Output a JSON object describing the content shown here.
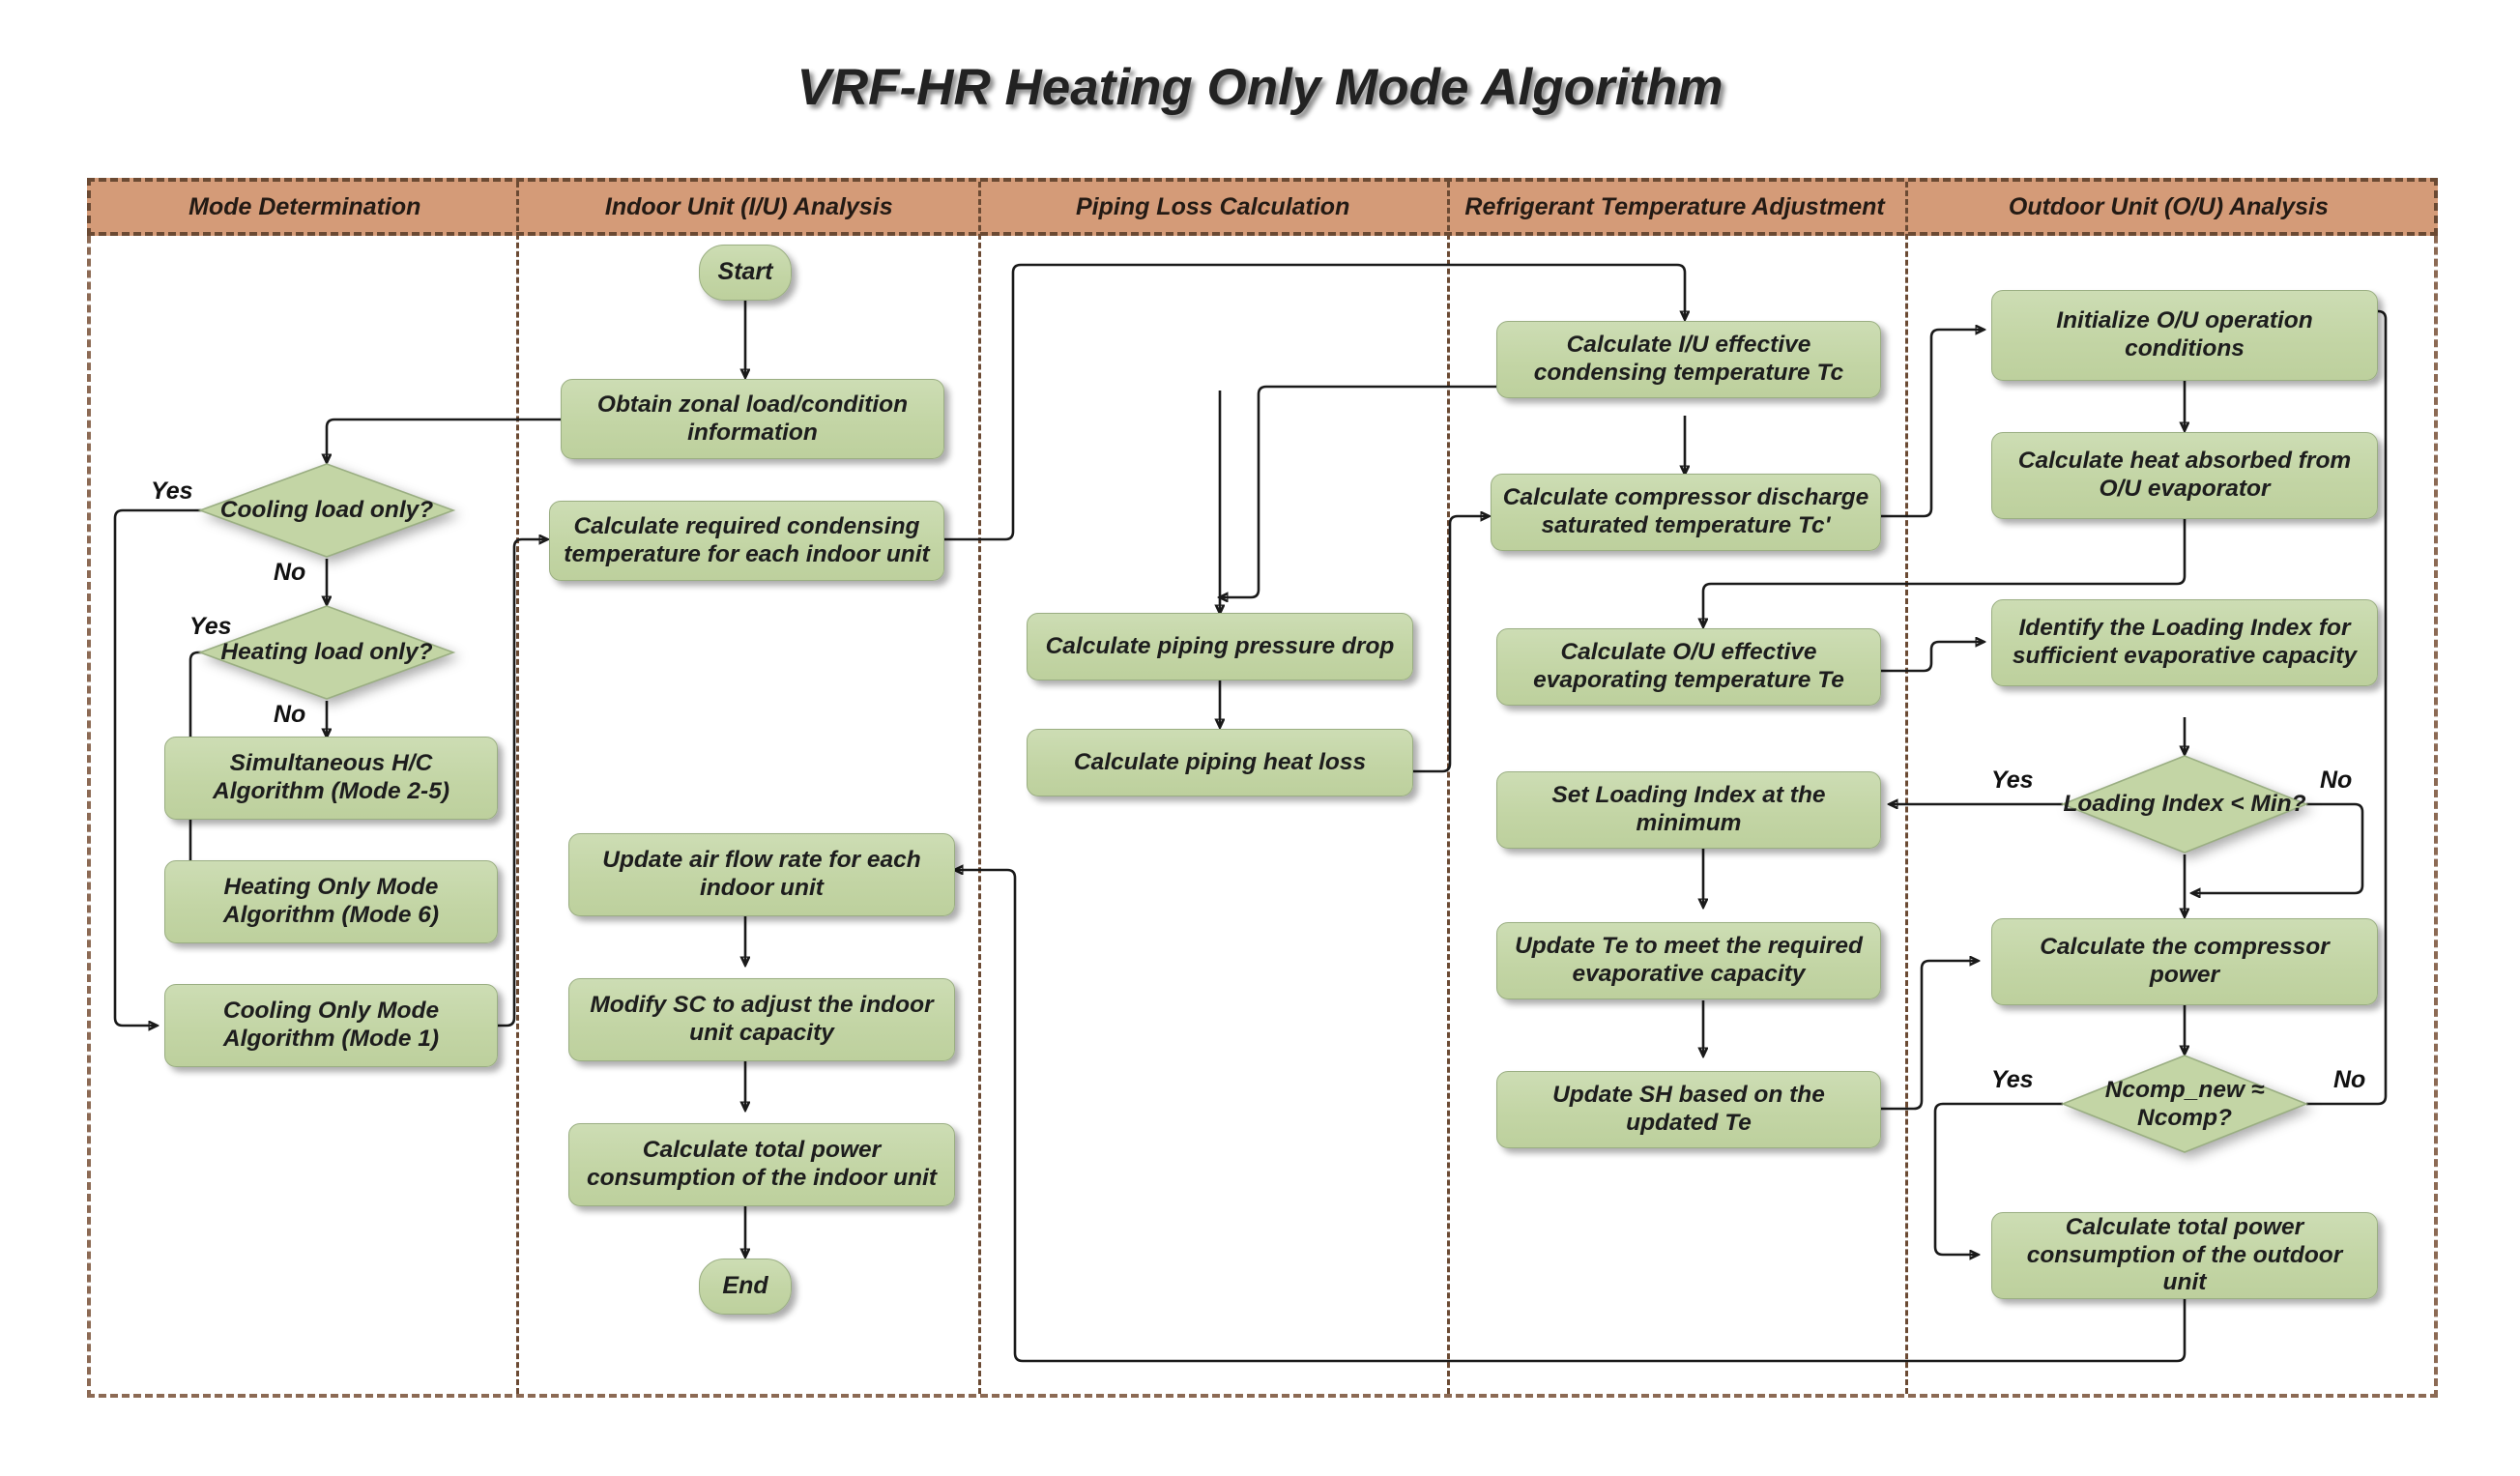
{
  "title": "VRF-HR Heating Only Mode Algorithm",
  "colors": {
    "lane_header_bg": "#d49b78",
    "lane_header_border": "#6b4a33",
    "frame_border": "#8c6a54",
    "node_fill": "#c3d5a5",
    "node_border": "#9aae82",
    "connector": "#1a1a1a",
    "text": "#1d1d1d"
  },
  "lanes": [
    {
      "label": "Mode Determination"
    },
    {
      "label": "Indoor Unit (I/U) Analysis"
    },
    {
      "label": "Piping Loss Calculation"
    },
    {
      "label": "Refrigerant Temperature Adjustment"
    },
    {
      "label": "Outdoor Unit (O/U) Analysis"
    }
  ],
  "nodes": {
    "start": "Start",
    "end": "End",
    "obtain_zonal": "Obtain zonal load/condition information",
    "calc_required_condensing": "Calculate required condensing temperature for each indoor unit",
    "cooling_only_q": "Cooling load only?",
    "heating_only_q": "Heating load only?",
    "simultaneous_hc": "Simultaneous H/C Algorithm (Mode 2-5)",
    "heating_only_mode": "Heating Only Mode Algorithm (Mode 6)",
    "cooling_only_mode": "Cooling Only Mode Algorithm (Mode 1)",
    "update_air_flow": "Update air flow rate for each indoor unit",
    "modify_sc": "Modify SC to adjust the indoor unit capacity",
    "calc_total_power_iu": "Calculate total power consumption of the indoor unit",
    "piping_pressure_drop": "Calculate piping pressure drop",
    "piping_heat_loss": "Calculate piping  heat loss",
    "calc_iu_tc": "Calculate I/U effective condensing temperature Tc",
    "calc_discharge_tcp": "Calculate compressor discharge saturated temperature Tc'",
    "calc_ou_te": "Calculate O/U effective evaporating temperature Te",
    "set_loading_index_min": "Set Loading Index at the minimum",
    "update_te": "Update Te to meet the required evaporative capacity",
    "update_sh": "Update SH based on the updated Te",
    "init_ou": "Initialize O/U operation conditions",
    "calc_heat_absorbed": "Calculate heat absorbed from O/U evaporator",
    "identify_loading_index": "Identify the Loading Index for sufficient evaporative capacity",
    "loading_index_min_q": "Loading Index < Min?",
    "calc_compressor_power": "Calculate the compressor power",
    "ncomp_q": "Ncomp_new ≈  Ncomp?",
    "calc_total_power_ou": "Calculate total power consumption of the outdoor unit"
  },
  "branch_labels": {
    "cooling_yes": "Yes",
    "cooling_no": "No",
    "heating_yes": "Yes",
    "heating_no": "No",
    "loading_yes": "Yes",
    "loading_no": "No",
    "ncomp_yes": "Yes",
    "ncomp_no": "No"
  }
}
